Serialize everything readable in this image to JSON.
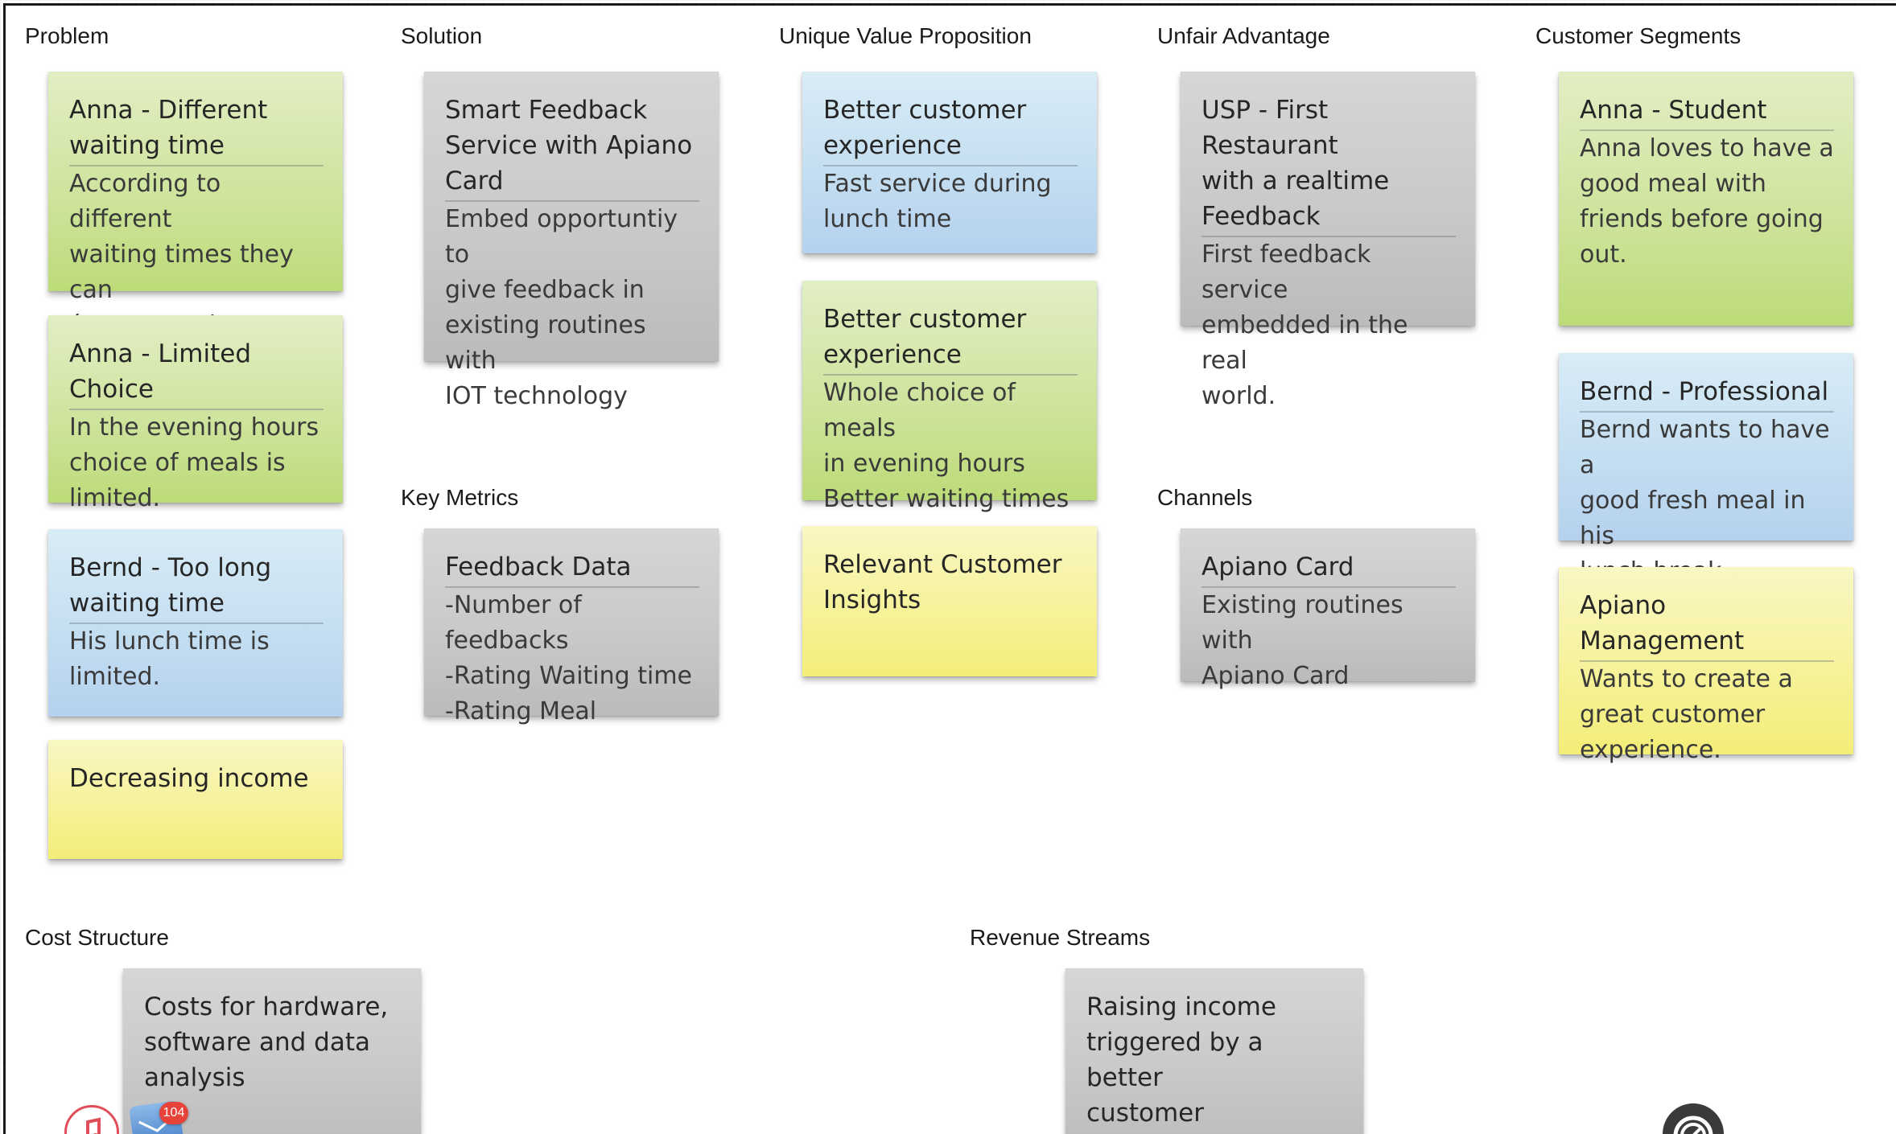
{
  "sections": {
    "problem": {
      "title": "Problem",
      "notes": [
        {
          "title": "Anna - Different\nwaiting time",
          "body": "According to different\nwaiting times they can\n´t eat together."
        },
        {
          "title": "Anna - Limited Choice",
          "body": "In the evening hours\nchoice of meals is\nlimited."
        },
        {
          "title": "Bernd - Too long\nwaiting time",
          "body": "His lunch time is\nlimited."
        },
        {
          "title": "Decreasing income",
          "body": ""
        }
      ]
    },
    "solution": {
      "title": "Solution",
      "notes": [
        {
          "title": "Smart Feedback\nService with Apiano\nCard",
          "body": "Embed opportuntiy to\ngive feedback in\nexisting routines with\nIOT technology"
        }
      ]
    },
    "key_metrics": {
      "title": "Key Metrics",
      "notes": [
        {
          "title": "Feedback Data",
          "body": "-Number of feedbacks\n-Rating Waiting time\n-Rating Meal"
        }
      ]
    },
    "uvp": {
      "title": "Unique Value Proposition",
      "notes": [
        {
          "title": "Better customer\nexperience",
          "body": "Fast service during\nlunch time"
        },
        {
          "title": "Better customer\nexperience",
          "body": "Whole choice of meals\nin evening hours\nBetter waiting times"
        },
        {
          "title": "Relevant Customer\nInsights",
          "body": ""
        }
      ]
    },
    "unfair_advantage": {
      "title": "Unfair Advantage",
      "notes": [
        {
          "title": "USP  - First Restaurant\nwith a realtime\nFeedback",
          "body": "First feedback service\nembedded in the real\nworld."
        }
      ]
    },
    "channels": {
      "title": "Channels",
      "notes": [
        {
          "title": "Apiano Card",
          "body": "Existing routines with\nApiano Card"
        }
      ]
    },
    "customer_segments": {
      "title": "Customer Segments",
      "notes": [
        {
          "title": "Anna - Student",
          "body": "Anna loves to have a\ngood meal with\nfriends before going\nout."
        },
        {
          "title": "Bernd - Professional",
          "body": "Bernd wants to have a\ngood fresh meal in his\nlunch break."
        },
        {
          "title": "Apiano Management",
          "body": "Wants to create a\ngreat customer\nexperience."
        }
      ]
    },
    "cost_structure": {
      "title": "Cost Structure",
      "notes": [
        {
          "title": "Costs for hardware,\nsoftware and data\nanalysis",
          "body": ""
        }
      ]
    },
    "revenue_streams": {
      "title": "Revenue Streams",
      "notes": [
        {
          "title": "Raising income\ntriggered by a better\ncustomer experience",
          "body": ""
        }
      ]
    }
  },
  "colors": {
    "green": "#cfe49e",
    "blue": "#c4def1",
    "yellow": "#f6f29a",
    "gray": "#c9c9c9",
    "border": "#1a1a1a",
    "badge": "#e8433a"
  },
  "dock": {
    "icons": [
      "music-icon",
      "mail-icon",
      "speedometer-icon"
    ],
    "mail_badge": "104"
  }
}
